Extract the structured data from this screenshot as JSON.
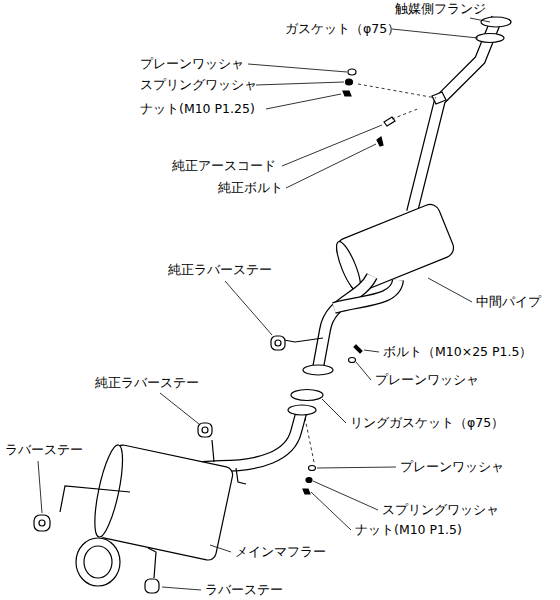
{
  "diagram": {
    "labels": [
      "触媒側フランジ",
      "ガスケット（φ75）",
      "プレーンワッシャ",
      "スプリングワッシャ",
      "ナット(M10 P1.25)",
      "純正アースコード",
      "純正ボルト",
      "純正ラバーステー",
      "中間パイプ",
      "ボルト（M10×25 P1.5）",
      "プレーンワッシャ",
      "純正ラバーステー",
      "リングガスケット（φ75）",
      "ラバーステー",
      "プレーンワッシャ",
      "スプリングワッシャ",
      "ナット(M10 P1.5)",
      "メインマフラー",
      "ラバーステー"
    ]
  }
}
